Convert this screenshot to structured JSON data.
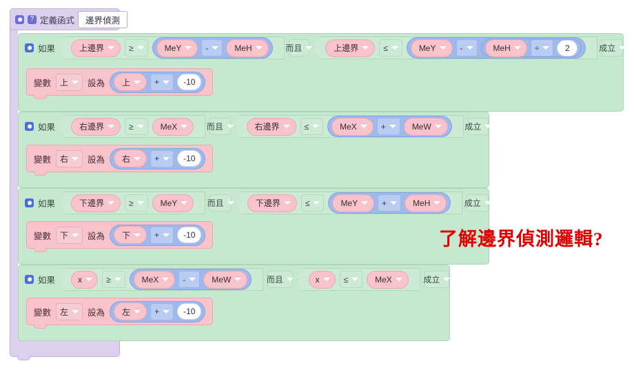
{
  "definition": {
    "gear_icon": "gear-icon",
    "help_icon": "question-icon",
    "label": "定義函式",
    "function_name": "邊界偵測"
  },
  "words": {
    "if": "如果",
    "and": "而且",
    "then": "成立",
    "set_var": "變數",
    "set_to": "設為"
  },
  "blocks": [
    {
      "id": "top-boundary",
      "if_label": "如果",
      "cond_a": {
        "left": "上邊界",
        "op": "≥",
        "right_math": {
          "a": "MeY",
          "op": "-",
          "b": "MeH"
        }
      },
      "and_label": "而且",
      "cond_b": {
        "left": "上邊界",
        "op": "≤",
        "right_math": {
          "a": "MeY",
          "op": "-",
          "nested": {
            "a": "MeH",
            "op": "÷",
            "b": "2"
          }
        }
      },
      "then_label": "成立",
      "statement": {
        "set_label": "變數",
        "variable": "上",
        "to_label": "設為",
        "expr_a": "上",
        "expr_op": "+",
        "expr_b": "-10"
      }
    },
    {
      "id": "right-boundary",
      "if_label": "如果",
      "cond_a": {
        "left": "右邊界",
        "op": "≥",
        "right": "MeX"
      },
      "and_label": "而且",
      "cond_b": {
        "left": "右邊界",
        "op": "≤",
        "right_math": {
          "a": "MeX",
          "op": "+",
          "b": "MeW"
        }
      },
      "then_label": "成立",
      "statement": {
        "set_label": "變數",
        "variable": "右",
        "to_label": "設為",
        "expr_a": "右",
        "expr_op": "+",
        "expr_b": "-10"
      }
    },
    {
      "id": "bottom-boundary",
      "if_label": "如果",
      "cond_a": {
        "left": "下邊界",
        "op": "≥",
        "right": "MeY"
      },
      "and_label": "而且",
      "cond_b": {
        "left": "下邊界",
        "op": "≤",
        "right_math": {
          "a": "MeY",
          "op": "+",
          "b": "MeH"
        }
      },
      "then_label": "成立",
      "statement": {
        "set_label": "變數",
        "variable": "下",
        "to_label": "設為",
        "expr_a": "下",
        "expr_op": "+",
        "expr_b": "-10"
      }
    },
    {
      "id": "left-boundary",
      "if_label": "如果",
      "cond_a": {
        "left": "x",
        "op": "≥",
        "right_math": {
          "a": "MeX",
          "op": "-",
          "b": "MeW"
        }
      },
      "and_label": "而且",
      "cond_b": {
        "left": "x",
        "op": "≤",
        "right": "MeX"
      },
      "then_label": "成立",
      "statement": {
        "set_label": "變數",
        "variable": "左",
        "to_label": "設為",
        "expr_a": "左",
        "expr_op": "+",
        "expr_b": "-10"
      }
    }
  ],
  "annotation": {
    "text": "了解邊界偵測邏輯?",
    "color": "#e00000"
  },
  "colors": {
    "container_purple": "#ddd0ee",
    "statement_green": "#c6e8ce",
    "variable_pink": "#f8c3cb",
    "math_blue": "#9fb9ec",
    "icon_blue": "#4a6fd4"
  }
}
